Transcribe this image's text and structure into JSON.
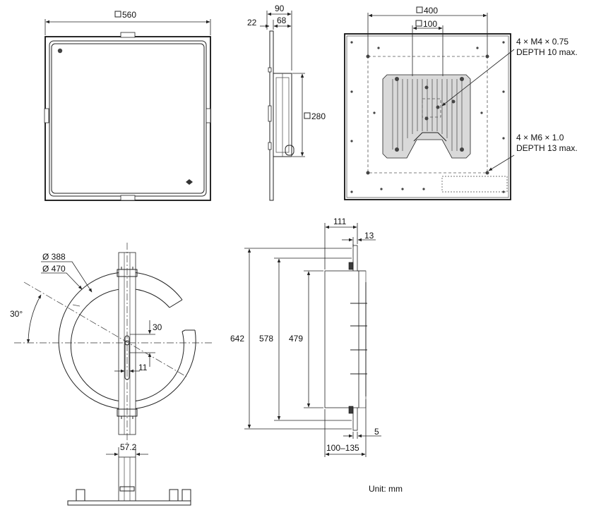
{
  "top_views": {
    "front_width": "560",
    "side_total": "90",
    "side_flange": "22",
    "side_body": "68",
    "side_height": "280",
    "back_width": "400",
    "back_inner": "100",
    "note_m4_line1": "4 × M4 × 0.75",
    "note_m4_line2": "DEPTH 10 max.",
    "note_m6_line1": "4 × M6 × 1.0",
    "note_m6_line2": "DEPTH 13 max."
  },
  "bracket_view": {
    "dia_inner": "Ø 388",
    "dia_outer": "Ø 470",
    "angle": "30°",
    "slot_height": "30",
    "slot_width": "11",
    "bottom_width": "57.2"
  },
  "side_section": {
    "top_depth": "111",
    "top_lip": "13",
    "overall_height": "642",
    "mid_height": "578",
    "body_height": "479",
    "bottom_lip": "5",
    "adjust_range": "100–135"
  },
  "units_note": "Unit: mm",
  "icons": {
    "square_symbol": "square-symbol-icon"
  }
}
